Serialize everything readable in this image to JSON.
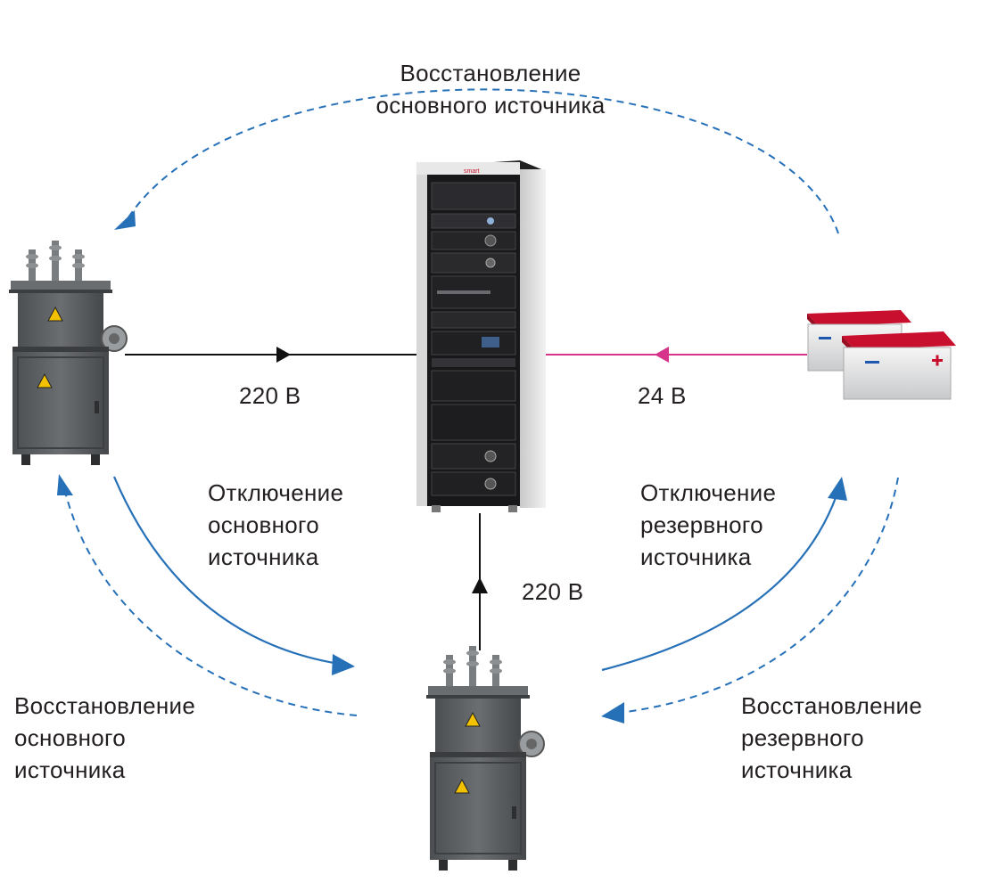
{
  "labels": {
    "top_restore": [
      "Восстановление",
      "основного источника"
    ],
    "voltage_left": "220 В",
    "voltage_right": "24 В",
    "voltage_bottom": "220 В",
    "disconnect_main": [
      "Отключение",
      "основного",
      "источника"
    ],
    "disconnect_reserve": [
      "Отключение",
      "резервного",
      "источника"
    ],
    "restore_main_bottom": [
      "Восстановление",
      "основного",
      "источника"
    ],
    "restore_reserve_bottom": [
      "Восстановление",
      "резервного",
      "источника"
    ]
  },
  "rack_brand": "smart",
  "colors": {
    "arrow_blue": "#2670b8",
    "line_main": "#111111",
    "line_battery": "#d6338a",
    "transformer_body": "#5d6063",
    "battery_lid": "#c8102e",
    "rack": "#1a1a1d"
  },
  "icons": {
    "main_transformer": "transformer-icon",
    "reserve_transformer": "transformer-icon",
    "server_rack": "server-rack-icon",
    "batteries": "battery-icon"
  }
}
